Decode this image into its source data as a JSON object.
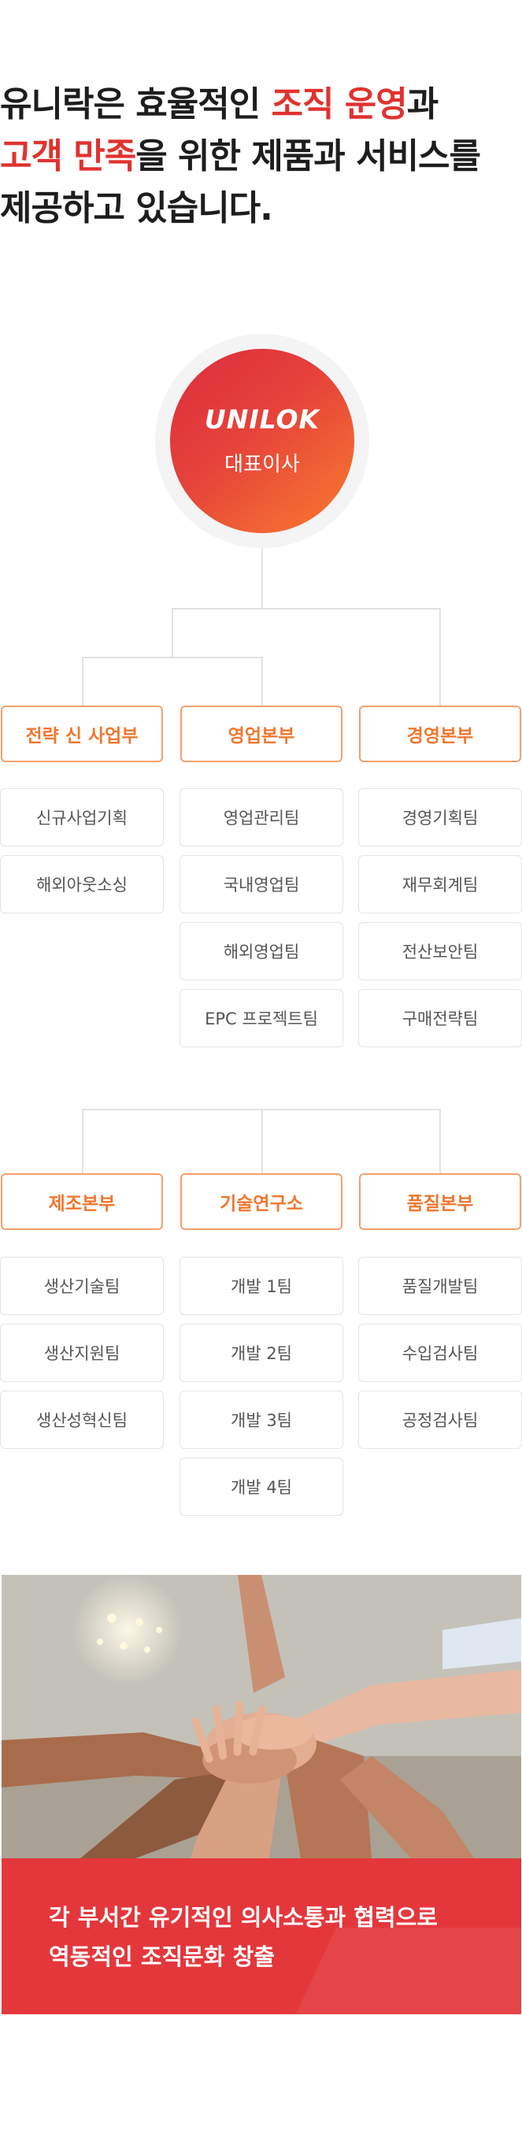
{
  "headline": {
    "line1_pre": "유니락은 효율적인 ",
    "line1_hl": "조직 운영",
    "line1_post": "과",
    "line2_hl": "고객 만족",
    "line2_post": "을 위한 제품과 서비스를",
    "line3": "제공하고 있습니다."
  },
  "ceo": {
    "logo": "UNILOK",
    "title": "대표이사"
  },
  "group1": [
    {
      "dept": "전략 신 사업부",
      "teams": [
        "신규사업기획",
        "해외아웃소싱"
      ]
    },
    {
      "dept": "영업본부",
      "teams": [
        "영업관리팀",
        "국내영업팀",
        "해외영업팀",
        "EPC 프로젝트팀"
      ]
    },
    {
      "dept": "경영본부",
      "teams": [
        "경영기획팀",
        "재무회계팀",
        "전산보안팀",
        "구매전략팀"
      ]
    }
  ],
  "group2": [
    {
      "dept": "제조본부",
      "teams": [
        "생산기술팀",
        "생산지원팀",
        "생산성혁신팀"
      ]
    },
    {
      "dept": "기술연구소",
      "teams": [
        "개발 1팀",
        "개발 2팀",
        "개발 3팀",
        "개발 4팀"
      ]
    },
    {
      "dept": "품질본부",
      "teams": [
        "품질개발팀",
        "수입검사팀",
        "공정검사팀"
      ]
    }
  ],
  "caption": {
    "line1": "각 부서간 유기적인 의사소통과 협력으로",
    "line2": "역동적인 조직문화 창출"
  },
  "colors": {
    "accent": "#e0322f",
    "dept_border": "#f4a06e",
    "dept_text": "#f0772f",
    "caption_bg": "#e4373c"
  }
}
